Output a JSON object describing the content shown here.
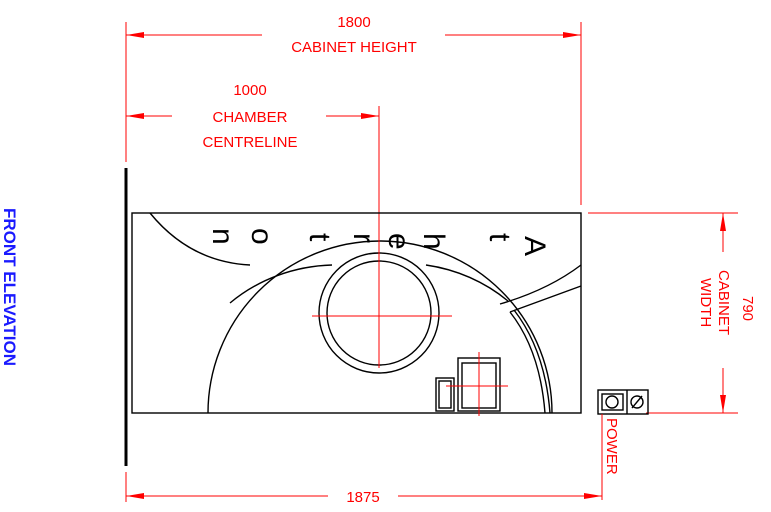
{
  "title": "FRONT ELEVATION",
  "dimensions": {
    "cabinet_height": {
      "value": "1800",
      "label": "CABINET HEIGHT"
    },
    "chamber_centreline": {
      "value": "1000",
      "label_line1": "CHAMBER",
      "label_line2": "CENTRELINE"
    },
    "overall_width": {
      "value": "1875"
    },
    "cabinet_width": {
      "value": "790",
      "label_line1": "CABINET",
      "label_line2": "WIDTH"
    }
  },
  "brand_letters": [
    "A",
    "t",
    "h",
    "e",
    "r",
    "t",
    "o",
    "n"
  ],
  "power_label": "POWER",
  "colors": {
    "dimension": "#ff0000",
    "title": "#1a1aff",
    "outline": "#000000"
  }
}
